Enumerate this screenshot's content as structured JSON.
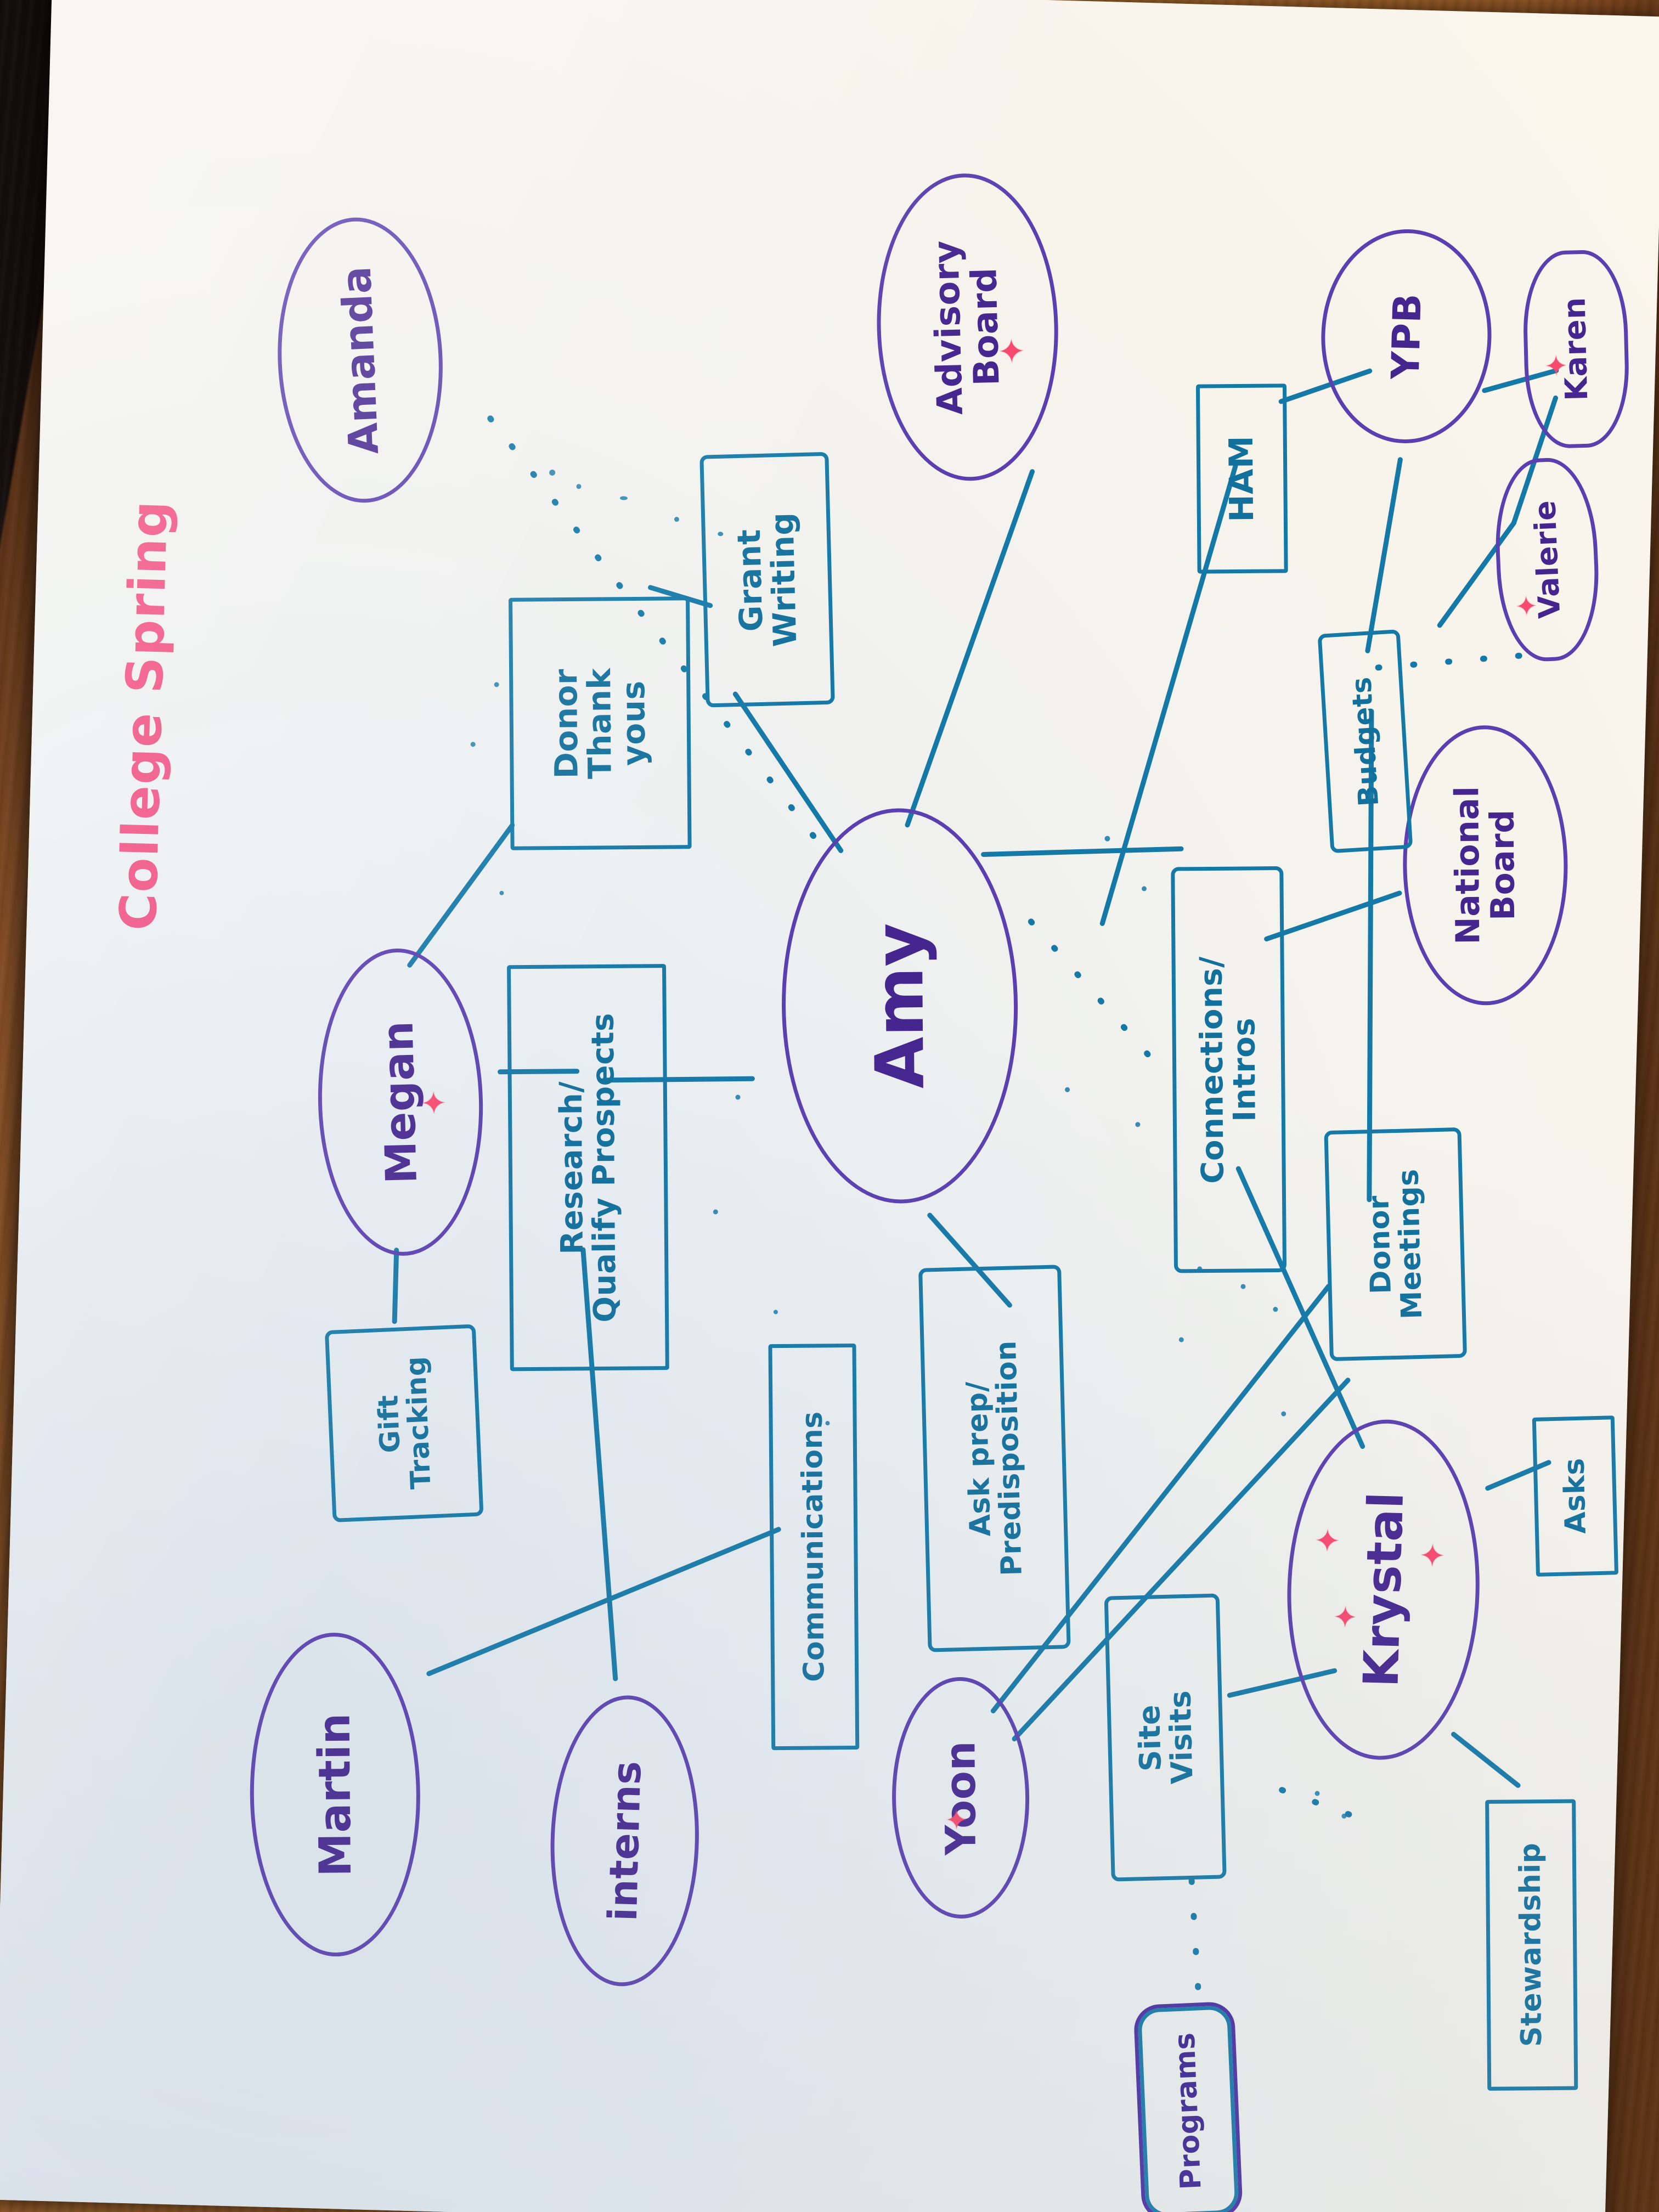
{
  "meta": {
    "title": "College Spring",
    "title_color": "#f0497e",
    "person_color": "#45268f",
    "activity_color": "#12709c",
    "star_color": "#f8496e",
    "medium": "hand-drawn marker mind map on white paper, photographed on a wooden desk"
  },
  "nodes": [
    {
      "id": "amanda",
      "label": "Amanda",
      "shape": "oval",
      "color": "#45268f",
      "stars": 0
    },
    {
      "id": "advisory",
      "label": "Advisory\nBoard",
      "shape": "oval",
      "color": "#45268f",
      "stars": 1
    },
    {
      "id": "ypb",
      "label": "YPB",
      "shape": "oval",
      "color": "#45268f",
      "stars": 0
    },
    {
      "id": "karen",
      "label": "Karen",
      "shape": "oval",
      "color": "#45268f",
      "stars": 1
    },
    {
      "id": "valerie",
      "label": "Valerie",
      "shape": "oval",
      "color": "#45268f",
      "stars": 1
    },
    {
      "id": "national",
      "label": "National\nBoard",
      "shape": "oval",
      "color": "#45268f",
      "stars": 0
    },
    {
      "id": "amy",
      "label": "Amy",
      "shape": "oval",
      "color": "#45268f",
      "stars": 0
    },
    {
      "id": "megan",
      "label": "Megan",
      "shape": "oval",
      "color": "#45268f",
      "stars": 1
    },
    {
      "id": "krystal",
      "label": "Krystal",
      "shape": "oval",
      "color": "#45268f",
      "stars": 3
    },
    {
      "id": "martin",
      "label": "Martin",
      "shape": "oval",
      "color": "#45268f",
      "stars": 0
    },
    {
      "id": "interns",
      "label": "interns",
      "shape": "oval",
      "color": "#45268f",
      "stars": 0
    },
    {
      "id": "yoon",
      "label": "Yoon",
      "shape": "oval",
      "color": "#45268f",
      "stars": 1
    },
    {
      "id": "ham",
      "label": "HAM",
      "shape": "rect",
      "color": "#12709c",
      "stars": 0
    },
    {
      "id": "budgets",
      "label": "Budgets",
      "shape": "rect",
      "color": "#12709c",
      "stars": 0
    },
    {
      "id": "grant",
      "label": "Grant\nWriting",
      "shape": "rect",
      "color": "#12709c",
      "stars": 0
    },
    {
      "id": "thankyous",
      "label": "Donor\nThank\nyous",
      "shape": "rect",
      "color": "#12709c",
      "stars": 0
    },
    {
      "id": "research",
      "label": "Research/\nQualify Prospects",
      "shape": "rect",
      "color": "#12709c",
      "stars": 0
    },
    {
      "id": "gift",
      "label": "Gift\nTracking",
      "shape": "rect",
      "color": "#12709c",
      "stars": 0
    },
    {
      "id": "connections",
      "label": "Connections/\nIntros",
      "shape": "rect",
      "color": "#12709c",
      "stars": 0
    },
    {
      "id": "donormeetings",
      "label": "Donor\nMeetings",
      "shape": "rect",
      "color": "#12709c",
      "stars": 0
    },
    {
      "id": "askprep",
      "label": "Ask prep/\nPredisposition",
      "shape": "rect",
      "color": "#12709c",
      "stars": 0
    },
    {
      "id": "communications",
      "label": "Communications",
      "shape": "rect",
      "color": "#12709c",
      "stars": 0
    },
    {
      "id": "asks",
      "label": "Asks",
      "shape": "rect",
      "color": "#12709c",
      "stars": 0
    },
    {
      "id": "sitevisits",
      "label": "Site\nVisits",
      "shape": "rect",
      "color": "#12709c",
      "stars": 0
    },
    {
      "id": "stewardship",
      "label": "Stewardship",
      "shape": "rect",
      "color": "#12709c",
      "stars": 0
    },
    {
      "id": "programs",
      "label": "Programs",
      "shape": "dbl",
      "color": "#3d2391",
      "stars": 0
    }
  ],
  "edges": [
    {
      "from": "amy",
      "to": "grant",
      "style": "solid"
    },
    {
      "from": "amy",
      "to": "research",
      "style": "solid"
    },
    {
      "from": "amy",
      "to": "advisory",
      "style": "solid"
    },
    {
      "from": "amy",
      "to": "connections",
      "style": "solid"
    },
    {
      "from": "amy",
      "to": "askprep",
      "style": "solid"
    },
    {
      "from": "ypb",
      "to": "ham",
      "style": "solid"
    },
    {
      "from": "ypb",
      "to": "budgets",
      "style": "solid"
    },
    {
      "from": "ypb",
      "to": "karen",
      "style": "solid"
    },
    {
      "from": "karen",
      "to": "valerie",
      "style": "solid"
    },
    {
      "from": "ham",
      "to": "connections",
      "style": "solid"
    },
    {
      "from": "budgets",
      "to": "donormeetings",
      "style": "solid"
    },
    {
      "from": "connections",
      "to": "national",
      "style": "solid"
    },
    {
      "from": "connections",
      "to": "krystal",
      "style": "solid"
    },
    {
      "from": "grant",
      "to": "thankyous",
      "style": "solid"
    },
    {
      "from": "thankyous",
      "to": "megan",
      "style": "solid"
    },
    {
      "from": "megan",
      "to": "research",
      "style": "solid"
    },
    {
      "from": "megan",
      "to": "gift",
      "style": "solid"
    },
    {
      "from": "research",
      "to": "interns",
      "style": "solid"
    },
    {
      "from": "martin",
      "to": "communications",
      "style": "solid"
    },
    {
      "from": "yoon",
      "to": "donormeetings",
      "style": "solid"
    },
    {
      "from": "yoon",
      "to": "krystal",
      "style": "solid"
    },
    {
      "from": "krystal",
      "to": "asks",
      "style": "solid"
    },
    {
      "from": "krystal",
      "to": "sitevisits",
      "style": "solid"
    },
    {
      "from": "krystal",
      "to": "stewardship",
      "style": "solid"
    },
    {
      "from": "sitevisits",
      "to": "programs",
      "style": "dotted"
    },
    {
      "from": "amanda",
      "to": "amy",
      "style": "dotted"
    },
    {
      "from": "amy",
      "to": "connections",
      "style": "dotted2"
    },
    {
      "from": "valerie",
      "to": "budgets",
      "style": "dotted"
    }
  ]
}
